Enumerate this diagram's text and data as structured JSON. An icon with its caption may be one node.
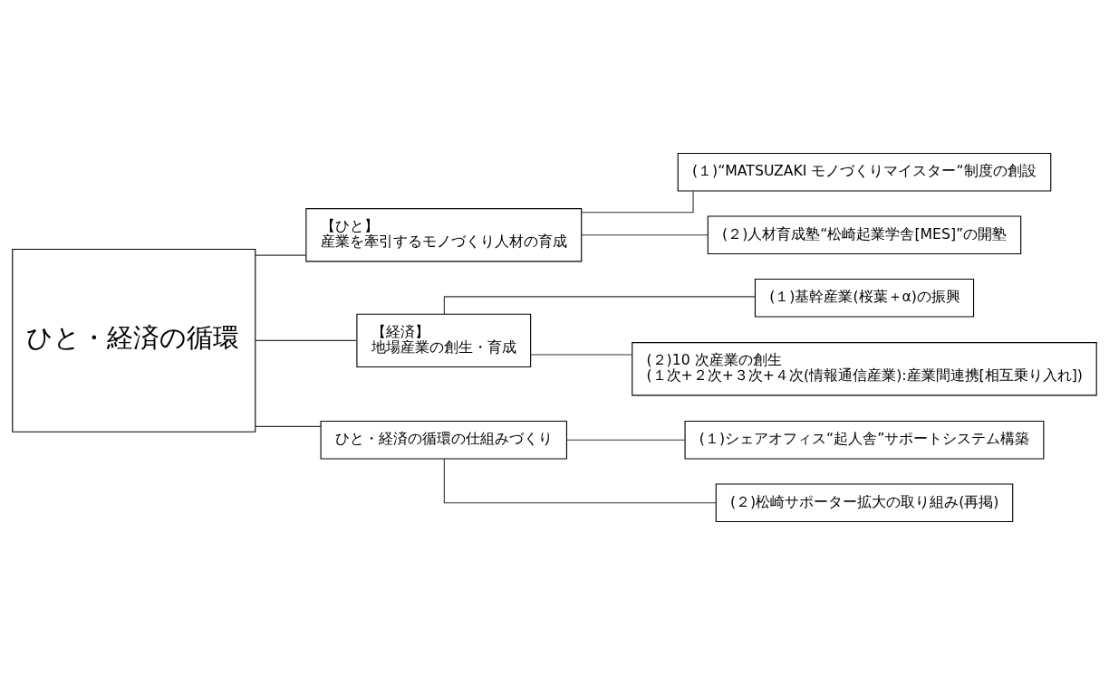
{
  "diagram": {
    "nodes": [
      {
        "text": [
          "ひと・経済の循環"
        ]
      },
      {
        "text": [
          "【ひと】",
          "産業を牽引するモノづくり人材の育成"
        ]
      },
      {
        "text": [
          "【経済】",
          "地場産業の創生・育成"
        ]
      },
      {
        "text": [
          "ひと・経済の循環の仕組みづくり"
        ]
      },
      {
        "text": [
          "(１)“MATSUZAKI モノづくりマイスター“制度の創設"
        ]
      },
      {
        "text": [
          "(２)人材育成塾“松崎起業学舎[MES]”の開塾"
        ]
      },
      {
        "text": [
          "(１)基幹産業(桜葉＋α)の振興"
        ]
      },
      {
        "text": [
          "(２)10 次産業の創生",
          "(１次+２次+３次+４次(情報通信産業):産業間連携[相互乗り入れ])"
        ]
      },
      {
        "text": [
          "(１)シェアオフィス“起人舎”サポートシステム構築"
        ]
      },
      {
        "text": [
          "(２)松崎サポーター拡大の取り組み(再掲)"
        ]
      }
    ],
    "edges": [
      {
        "from": 0,
        "to": 1,
        "arrow": "none"
      },
      {
        "from": 0,
        "to": 2,
        "arrow": "none"
      },
      {
        "from": 0,
        "to": 3,
        "arrow": "none"
      },
      {
        "from": 1,
        "to": 4,
        "arrow": "none"
      },
      {
        "from": 1,
        "to": 5,
        "arrow": "none"
      },
      {
        "from": 2,
        "to": 6,
        "arrow": "none"
      },
      {
        "from": 2,
        "to": 7,
        "arrow": "none"
      },
      {
        "from": 3,
        "to": 8,
        "arrow": "none"
      },
      {
        "from": 3,
        "to": 9,
        "arrow": "none"
      }
    ]
  }
}
